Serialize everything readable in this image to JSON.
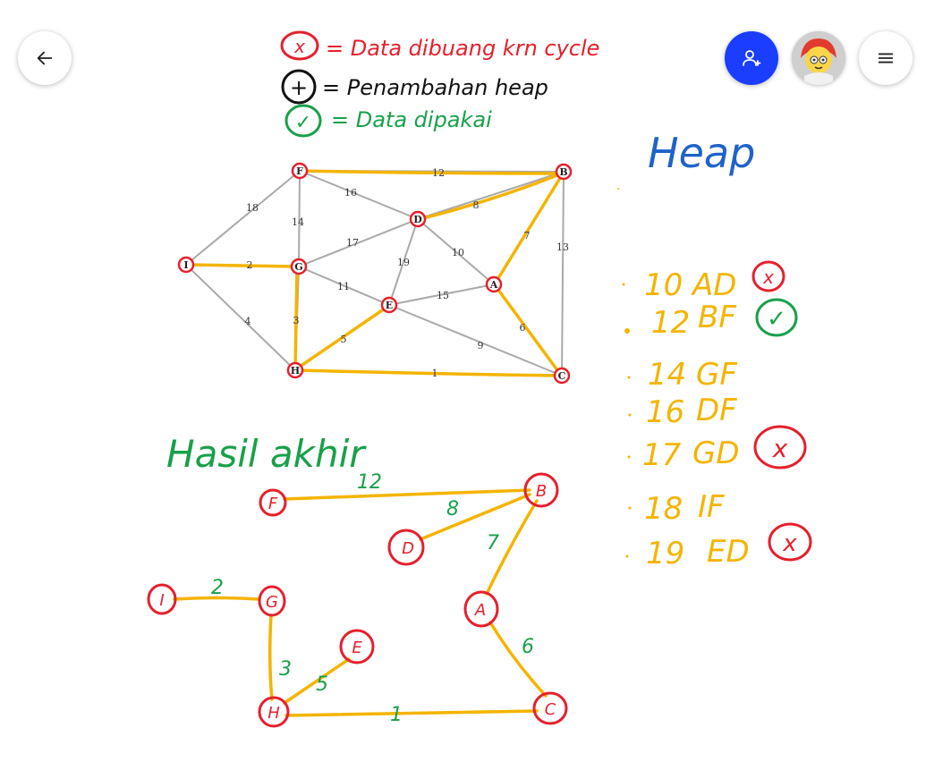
{
  "toolbar": {
    "back_icon": "arrow-left-icon",
    "invite_icon": "user-plus-icon",
    "menu_icon": "hamburger-menu-icon",
    "accent_color": "#1a3dff"
  },
  "legend": {
    "rejected_symbol": "x",
    "rejected_text": "= Data dibuang krn cycle",
    "added_symbol": "+",
    "added_text": "= Penambahan heap",
    "used_symbol": "✓",
    "used_text": "= Data dipakai"
  },
  "heap": {
    "title": "Heap",
    "entries": [
      {
        "weight": "10",
        "edge": "AD",
        "mark": "x"
      },
      {
        "weight": "12",
        "edge": "BF",
        "mark": "✓"
      },
      {
        "weight": "14",
        "edge": "GF",
        "mark": ""
      },
      {
        "weight": "16",
        "edge": "DF",
        "mark": ""
      },
      {
        "weight": "17",
        "edge": "GD",
        "mark": "x"
      },
      {
        "weight": "18",
        "edge": "IF",
        "mark": ""
      },
      {
        "weight": "19",
        "edge": "ED",
        "mark": "x"
      }
    ]
  },
  "graph": {
    "nodes": [
      "F",
      "B",
      "D",
      "I",
      "G",
      "A",
      "E",
      "H",
      "C"
    ],
    "edge_labels": [
      "12",
      "16",
      "8",
      "18",
      "14",
      "17",
      "19",
      "10",
      "7",
      "13",
      "2",
      "11",
      "15",
      "3",
      "4",
      "5",
      "9",
      "6",
      "1"
    ]
  },
  "result": {
    "title": "Hasil akhir",
    "nodes": [
      "F",
      "B",
      "D",
      "A",
      "I",
      "G",
      "E",
      "H",
      "C"
    ],
    "edge_labels": [
      "12",
      "8",
      "7",
      "2",
      "6",
      "3",
      "5",
      "1"
    ]
  },
  "colors": {
    "red": "#e5202c",
    "green": "#19a04a",
    "blue": "#1f63c9",
    "orange": "#f4b400",
    "black": "#111111"
  }
}
